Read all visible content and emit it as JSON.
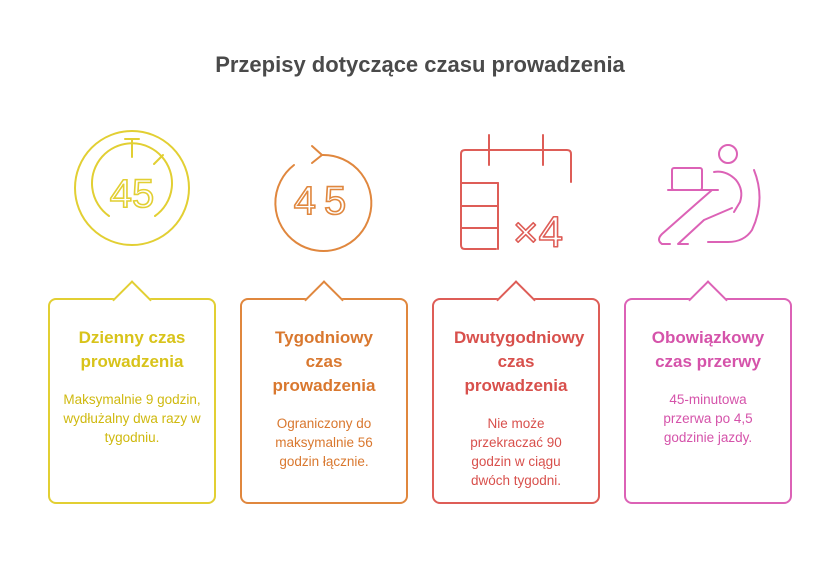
{
  "title": "Przepisy dotyczące czasu prowadzenia",
  "colors": {
    "yellow": "#e2cf33",
    "orange": "#e0873e",
    "red": "#de5d57",
    "pink": "#dc62b6"
  },
  "items": [
    {
      "icon": "stopwatch-45-icon",
      "icon_text": "45",
      "title": "Dzienny czas prowadzenia",
      "description": "Maksymalnie 9 godzin, wydłużalny dwa razy w tygodniu."
    },
    {
      "icon": "refresh-45-icon",
      "icon_text": "45",
      "title": "Tygodniowy czas prowadzenia",
      "description": "Ograniczony do maksymalnie 56 godzin łącznie."
    },
    {
      "icon": "calendar-times-4-icon",
      "icon_text": "×4",
      "title": "Dwutygodniowy czas prowadzenia",
      "description": "Nie może przekraczać 90 godzin w ciągu dwóch tygodni."
    },
    {
      "icon": "person-resting-icon",
      "title": "Obowiązkowy czas przerwy",
      "description": "45-minutowa przerwa po 4,5 godzinie jazdy."
    }
  ]
}
